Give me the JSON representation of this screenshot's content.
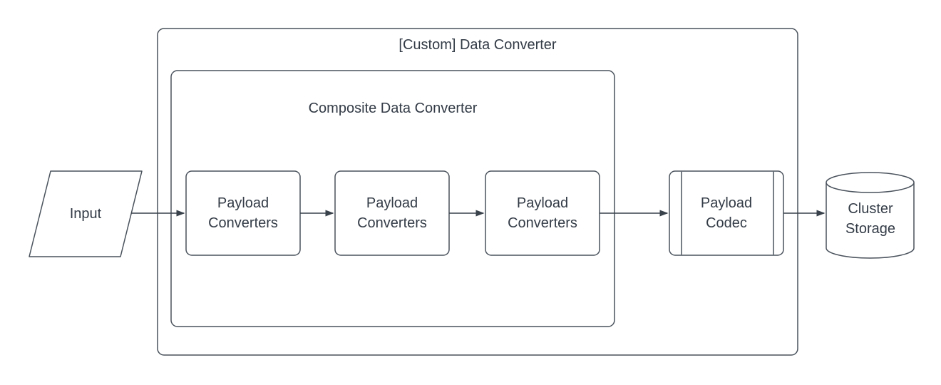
{
  "diagram": {
    "type": "flowchart",
    "titles": {
      "outer": "[Custom] Data Converter",
      "inner": "Composite Data Converter"
    },
    "nodes": [
      {
        "id": "input",
        "label": "Input",
        "shape": "parallelogram"
      },
      {
        "id": "payload-converter-1",
        "label": "Payload Converters",
        "shape": "rounded-rect"
      },
      {
        "id": "payload-converter-2",
        "label": "Payload Converters",
        "shape": "rounded-rect"
      },
      {
        "id": "payload-converter-3",
        "label": "Payload Converters",
        "shape": "rounded-rect"
      },
      {
        "id": "payload-codec",
        "label": "Payload Codec",
        "shape": "predefined-process"
      },
      {
        "id": "cluster-storage",
        "label": "Cluster Storage",
        "shape": "cylinder"
      }
    ],
    "edges": [
      {
        "from": "input",
        "to": "payload-converter-1"
      },
      {
        "from": "payload-converter-1",
        "to": "payload-converter-2"
      },
      {
        "from": "payload-converter-2",
        "to": "payload-converter-3"
      },
      {
        "from": "payload-converter-3",
        "to": "payload-codec"
      },
      {
        "from": "payload-codec",
        "to": "cluster-storage"
      }
    ],
    "colors": {
      "stroke": "#4a525c",
      "text": "#333b46",
      "background": "#ffffff"
    }
  }
}
